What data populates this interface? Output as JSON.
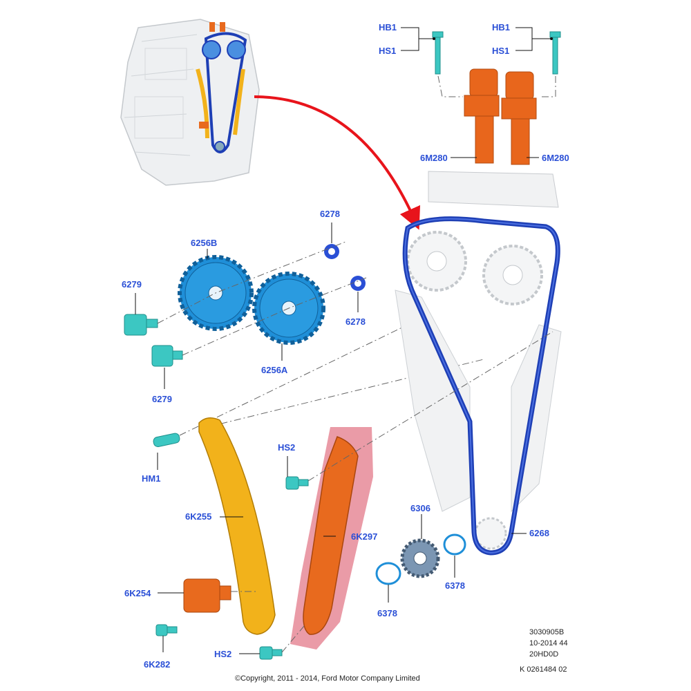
{
  "colors": {
    "label": "#2a4fd6",
    "sprocket": "#1f8fd8",
    "chain": "#1e3fb5",
    "guide_rail": "#f2b21b",
    "tensioner_arm": "#e86a1e",
    "highlight": "#d9485e",
    "bolt": "#3cc7c2",
    "arrow": "#e8141b"
  },
  "icons": {
    "engine": "engine-block-icon",
    "arrow": "red-curved-arrow-icon"
  },
  "labels": {
    "hb1_left": "HB1",
    "hs1_left": "HS1",
    "hb1_right": "HB1",
    "hs1_right": "HS1",
    "m280_left": "6M280",
    "m280_right": "6M280",
    "b6256": "6256B",
    "a6256": "6256A",
    "p6278_top": "6278",
    "p6278_bottom": "6278",
    "p6279_top": "6279",
    "p6279_bottom": "6279",
    "hm1": "HM1",
    "hs2_top": "HS2",
    "hs2_bottom": "HS2",
    "k255": "6K255",
    "k297": "6K297",
    "k254": "6K254",
    "k282": "6K282",
    "p6306": "6306",
    "p6268": "6268",
    "p6378_left": "6378",
    "p6378_right": "6378"
  },
  "meta": {
    "line1": "3030905B",
    "line2": "10-2014 44",
    "line3": "20HD0D",
    "line4": "K 0261484 02"
  },
  "copyright": "©Copyright, 2011 - 2014, Ford Motor Company Limited"
}
